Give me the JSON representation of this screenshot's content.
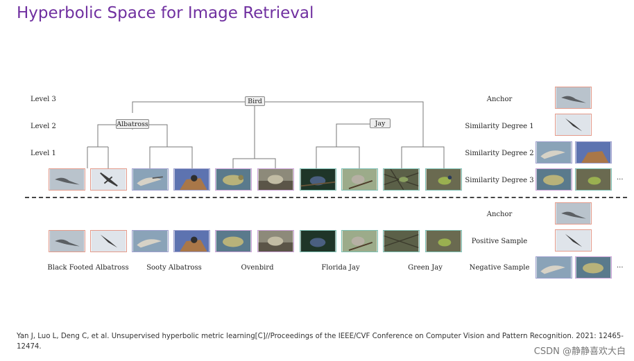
{
  "title": "Hyperbolic Space for Image Retrieval",
  "levels": [
    "Level 3",
    "Level 2",
    "Level 1"
  ],
  "tree": {
    "root": "Bird",
    "children": [
      "Albatross",
      "Jay"
    ]
  },
  "right_top_labels": [
    "Anchor",
    "Similarity Degree 1",
    "Similarity Degree 2",
    "Similarity Degree 3"
  ],
  "right_bottom_labels": [
    "Anchor",
    "Positive Sample",
    "Negative Sample"
  ],
  "ellipsis": "···",
  "species": [
    "Black Footed Albatross",
    "Sooty Albatross",
    "Ovenbird",
    "Florida Jay",
    "Green Jay"
  ],
  "citation": "Yan J, Luo L, Deng C, et al. Unsupervised hyperbolic metric learning[C]//Proceedings of the IEEE/CVF Conference on Computer Vision and Pattern Recognition. 2021: 12465-12474.",
  "watermark": "CSDN @静静喜欢大白"
}
